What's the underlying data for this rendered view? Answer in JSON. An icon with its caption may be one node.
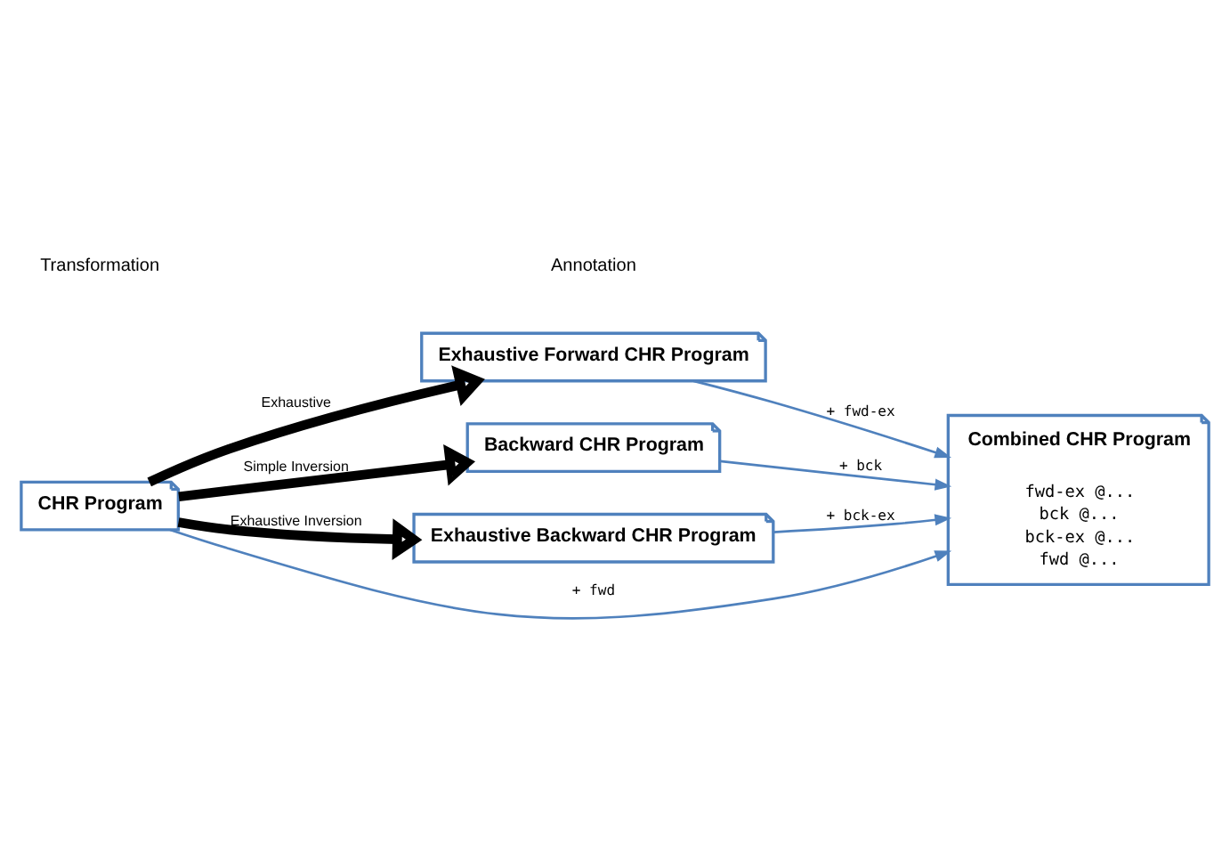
{
  "diagram": {
    "nodes": [
      {
        "text": [
          "CHR Program"
        ]
      },
      {
        "text": [
          "Exhaustive Forward CHR Program"
        ]
      },
      {
        "text": [
          "Backward CHR Program"
        ]
      },
      {
        "text": [
          "Exhaustive Backward CHR Program"
        ]
      },
      {
        "text": [
          "Combined CHR Program",
          "fwd-ex @...",
          "bck @...",
          "bck-ex @...",
          "fwd @..."
        ]
      }
    ],
    "edges": [
      {
        "from": 0,
        "to": 1,
        "arrow": "to",
        "label": "Exhaustive",
        "style": "thick",
        "color": "#000000"
      },
      {
        "from": 0,
        "to": 2,
        "arrow": "to",
        "label": "Simple Inversion",
        "style": "thick",
        "color": "#000000"
      },
      {
        "from": 0,
        "to": 3,
        "arrow": "to",
        "label": "Exhaustive Inversion",
        "style": "thick",
        "color": "#000000"
      },
      {
        "from": 1,
        "to": 4,
        "arrow": "to",
        "label": "+ fwd-ex"
      },
      {
        "from": 2,
        "to": 4,
        "arrow": "to",
        "label": "+ bck"
      },
      {
        "from": 3,
        "to": 4,
        "arrow": "to",
        "label": "+ bck-ex"
      },
      {
        "from": 0,
        "to": 4,
        "arrow": "to",
        "label": "+ fwd"
      }
    ],
    "labels": [
      "Transformation",
      "Annotation"
    ]
  }
}
